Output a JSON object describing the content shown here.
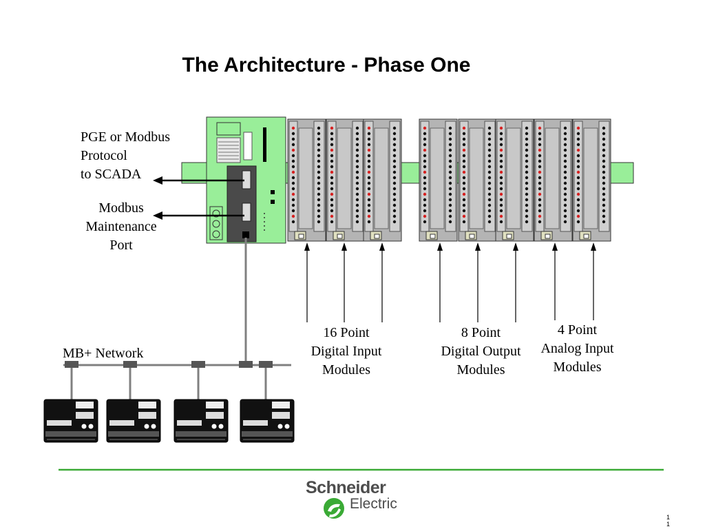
{
  "slide": {
    "title": "The Architecture - Phase One",
    "labels": {
      "pge_modbus": [
        "PGE or Modbus",
        "Protocol",
        "to SCADA"
      ],
      "maintenance": [
        "Modbus",
        "Maintenance",
        "Port"
      ],
      "network": "MB+ Network",
      "digital_input": [
        "16 Point",
        "Digital Input",
        "Modules"
      ],
      "digital_output": [
        "8 Point",
        "Digital Output",
        "Modules"
      ],
      "analog_input": [
        "4 Point",
        "Analog Input",
        "Modules"
      ]
    },
    "page_number": [
      "1",
      "1"
    ]
  },
  "brand": {
    "name": "Schneider",
    "sub": "Electric",
    "colors": {
      "green": "#3aaa35",
      "gray": "#4d4d4d"
    }
  },
  "colors": {
    "plc_body": "#99ee99",
    "din_rail": "#99ee99",
    "module_body": "#b4b4b4",
    "network_line": "#808080",
    "divider": "#3aaa35"
  }
}
